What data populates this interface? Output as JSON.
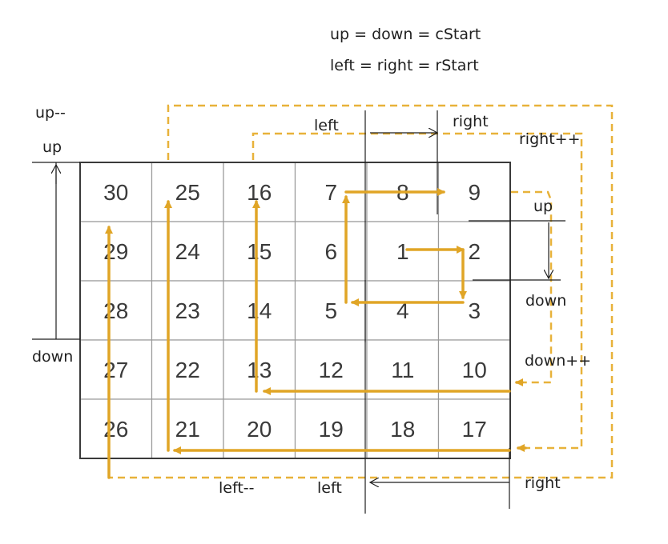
{
  "header": {
    "line1": "up = down = cStart",
    "line2": "left = right = rStart"
  },
  "grid": {
    "rows": [
      [
        30,
        25,
        16,
        7,
        8,
        9
      ],
      [
        29,
        24,
        15,
        6,
        1,
        2
      ],
      [
        28,
        23,
        14,
        5,
        4,
        3
      ],
      [
        27,
        22,
        13,
        12,
        11,
        10
      ],
      [
        26,
        21,
        20,
        19,
        18,
        17
      ]
    ]
  },
  "labels": {
    "up_minus": "up--",
    "up_left": "up",
    "down_left": "down",
    "left_top": "left",
    "right_top": "right",
    "right_inc": "right++",
    "up_right": "up",
    "down_right": "down",
    "down_inc": "down++",
    "left_dec": "left--",
    "left_bottom": "left",
    "right_bottom": "right"
  },
  "colors": {
    "path": "#e0a526",
    "dashed": "#e8b23a",
    "grid_line": "#9a9a9a",
    "grid_border": "#3a3a3a",
    "ink": "#1f1f1f"
  }
}
